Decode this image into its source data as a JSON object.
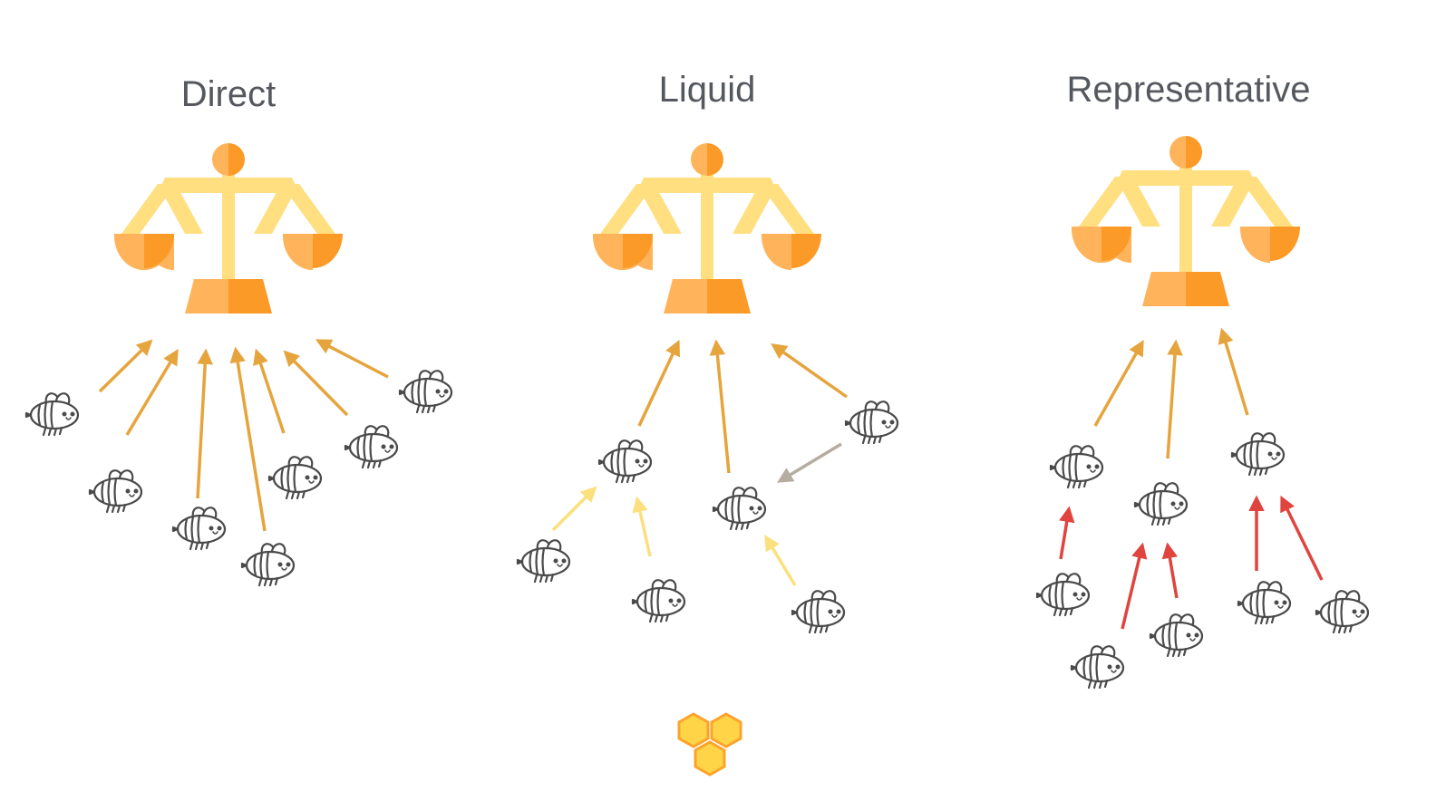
{
  "panels": [
    {
      "title": "Direct"
    },
    {
      "title": "Liquid"
    },
    {
      "title": "Representative"
    }
  ],
  "icons": {
    "scale": "scales-of-justice-icon",
    "voter": "bee-icon",
    "logo": "honeycomb-logo-icon"
  },
  "colors": {
    "vote_arrow": "#e6a43d",
    "delegation_arrow": "#fbe07d",
    "redelegation_arrow": "#b5ada0",
    "representative_arrow": "#e0443e",
    "scale_light": "#ffdf80",
    "scale_mid": "#ffb45c",
    "scale_dark": "#fc9a27",
    "bee_outline": "#4a4a4a",
    "honeycomb_fill": "#ffd447",
    "honeycomb_stroke": "#fca32c"
  }
}
